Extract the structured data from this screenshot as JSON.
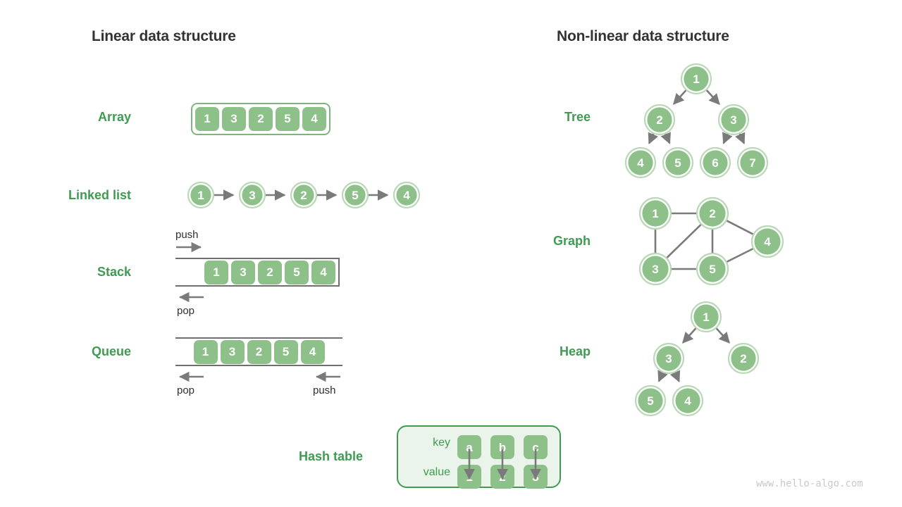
{
  "headings": {
    "left": "Linear data structure",
    "right": "Non-linear data structure"
  },
  "labels": {
    "array": "Array",
    "linked_list": "Linked list",
    "stack": "Stack",
    "queue": "Queue",
    "hash_table": "Hash table",
    "tree": "Tree",
    "graph": "Graph",
    "heap": "Heap"
  },
  "array": {
    "values": [
      "1",
      "3",
      "2",
      "5",
      "4"
    ]
  },
  "linked_list": {
    "values": [
      "1",
      "3",
      "2",
      "5",
      "4"
    ]
  },
  "stack": {
    "values": [
      "1",
      "3",
      "2",
      "5",
      "4"
    ],
    "push_label": "push",
    "pop_label": "pop"
  },
  "queue": {
    "values": [
      "1",
      "3",
      "2",
      "5",
      "4"
    ],
    "pop_label": "pop",
    "push_label": "push"
  },
  "hash_table": {
    "key_label": "key",
    "value_label": "value",
    "keys": [
      "a",
      "b",
      "c"
    ],
    "values": [
      "1",
      "2",
      "3"
    ]
  },
  "tree": {
    "nodes": [
      "1",
      "2",
      "3",
      "4",
      "5",
      "6",
      "7"
    ]
  },
  "graph": {
    "nodes": [
      "1",
      "2",
      "3",
      "4",
      "5"
    ],
    "edges": [
      "1-2",
      "1-3",
      "2-3",
      "2-5",
      "2-4",
      "3-5",
      "5-4"
    ]
  },
  "heap": {
    "nodes": [
      "1",
      "3",
      "2",
      "5",
      "4"
    ]
  },
  "watermark": "www.hello-algo.com",
  "colors": {
    "node_fill": "#8ec08a",
    "node_ring": "#b9d9b6",
    "label_green": "#3f9b52",
    "arrow_gray": "#7a7a7a",
    "panel_bg": "#eaf4ea"
  }
}
